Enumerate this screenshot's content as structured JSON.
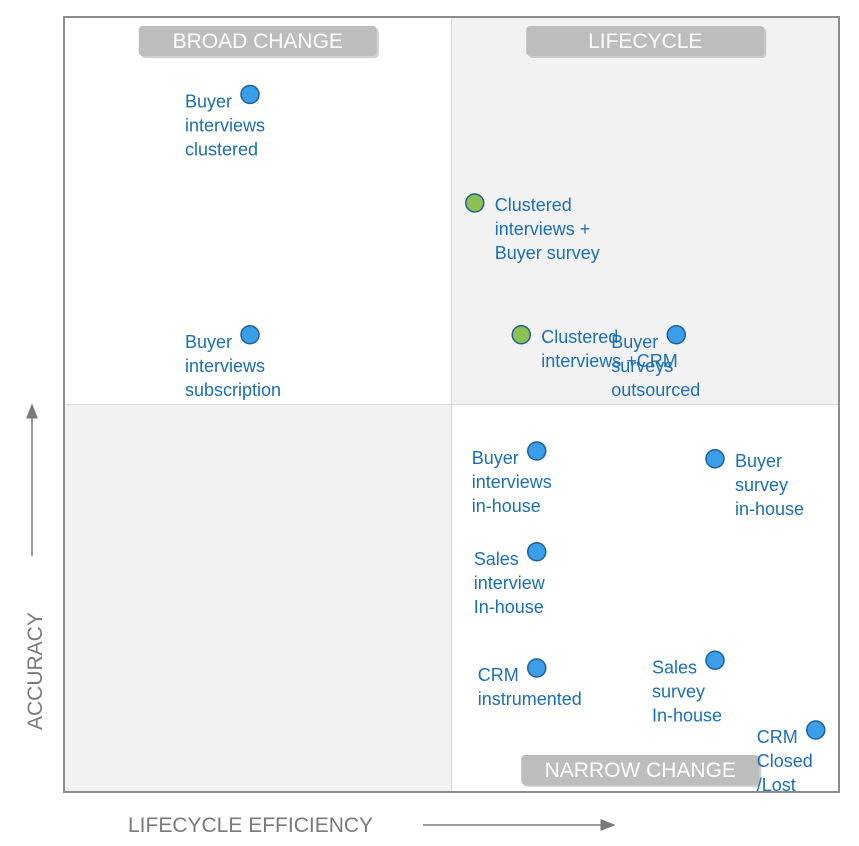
{
  "chart_data": {
    "type": "scatter",
    "xlabel": "LIFECYCLE EFFICIENCY",
    "ylabel": "ACCURACY",
    "xlim": [
      0,
      100
    ],
    "ylim": [
      0,
      100
    ],
    "quadrants": [
      {
        "label": "BROAD CHANGE",
        "position": "top-left",
        "shaded": false
      },
      {
        "label": "LIFECYCLE",
        "position": "top-right",
        "shaded": true
      },
      {
        "label": "",
        "position": "bottom-left",
        "shaded": true
      },
      {
        "label": "NARROW CHANGE",
        "position": "bottom-right",
        "shaded": false
      }
    ],
    "colors": {
      "point_blue": "#3a9fe8",
      "point_green": "#8cc152",
      "label_text": "#1a6fb5",
      "quadrant_badge": "#bdbdbd",
      "shade": "#f2f2f2",
      "axis": "#7a7a7a"
    },
    "points": [
      {
        "lines": [
          "Buyer",
          "interviews",
          "clustered"
        ],
        "x": 24,
        "y": 90,
        "color": "blue",
        "label_side": "left"
      },
      {
        "lines": [
          "Clustered",
          "interviews +",
          "Buyer survey"
        ],
        "x": 53,
        "y": 76,
        "color": "green",
        "label_side": "right"
      },
      {
        "lines": [
          "Buyer",
          "interviews",
          "subscription"
        ],
        "x": 24,
        "y": 59,
        "color": "blue",
        "label_side": "left"
      },
      {
        "lines": [
          "Buyer",
          "surveys",
          "outsourced"
        ],
        "x": 79,
        "y": 59,
        "color": "blue",
        "label_side": "left"
      },
      {
        "lines": [
          "Clustered",
          "interviews +CRM"
        ],
        "x": 59,
        "y": 59,
        "color": "green",
        "label_side": "right"
      },
      {
        "lines": [
          "Buyer",
          "interviews",
          "in-house"
        ],
        "x": 61,
        "y": 44,
        "color": "blue",
        "label_side": "left"
      },
      {
        "lines": [
          "Buyer",
          "survey",
          "in-house"
        ],
        "x": 84,
        "y": 43,
        "color": "blue",
        "label_side": "right"
      },
      {
        "lines": [
          "Sales",
          "interview",
          "In-house"
        ],
        "x": 61,
        "y": 31,
        "color": "blue",
        "label_side": "left"
      },
      {
        "lines": [
          "CRM",
          "instrumented"
        ],
        "x": 61,
        "y": 16,
        "color": "blue",
        "label_side": "left"
      },
      {
        "lines": [
          "Sales",
          "survey",
          "In-house"
        ],
        "x": 84,
        "y": 17,
        "color": "blue",
        "label_side": "left"
      },
      {
        "lines": [
          "CRM",
          "Closed",
          "/Lost"
        ],
        "x": 97,
        "y": 8,
        "color": "blue",
        "label_side": "left"
      }
    ]
  }
}
